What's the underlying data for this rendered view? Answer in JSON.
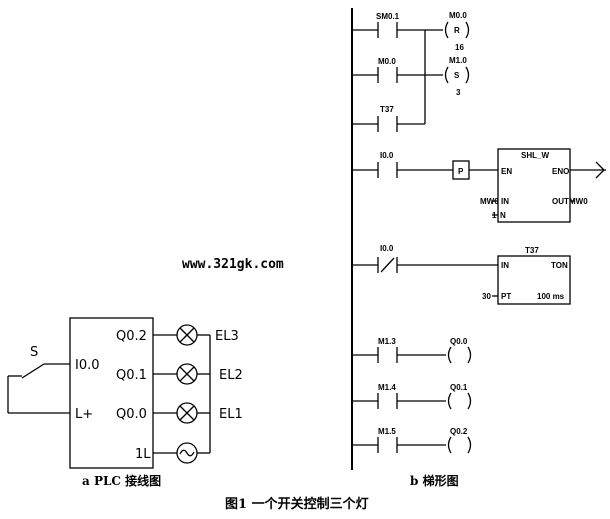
{
  "watermark": "www.321gk.com",
  "plc_wiring": {
    "caption": "a   PLC 接线图",
    "switch_label": "S",
    "inputs": [
      "I0.0",
      "L+"
    ],
    "outputs": [
      "Q0.2",
      "Q0.1",
      "Q0.0",
      "1L"
    ],
    "lamps": [
      "EL3",
      "EL2",
      "EL1"
    ]
  },
  "ladder": {
    "caption": "b   梯形图",
    "rung1": {
      "contacts": [
        "SM0.1",
        "M0.0",
        "T37"
      ],
      "coil_r": {
        "addr": "M0.0",
        "type": "R",
        "n": "16"
      },
      "coil_s": {
        "addr": "M1.0",
        "type": "S",
        "n": "3"
      }
    },
    "rung2": {
      "contact": "I0.0",
      "edge": "P",
      "block": {
        "name": "SHL_W",
        "en": "EN",
        "eno": "ENO",
        "in_label": "IN",
        "in_val": "MW0",
        "n_label": "N",
        "n_val": "1",
        "out_label": "OUT",
        "out_val": "MW0"
      }
    },
    "rung3": {
      "contact": "I0.0",
      "block": {
        "name": "T37",
        "in_label": "IN",
        "type": "TON",
        "pt_label": "PT",
        "pt_val": "30",
        "res": "100 ms"
      }
    },
    "rung4": {
      "contact": "M1.3",
      "coil": "Q0.0"
    },
    "rung5": {
      "contact": "M1.4",
      "coil": "Q0.1"
    },
    "rung6": {
      "contact": "M1.5",
      "coil": "Q0.2"
    }
  },
  "figure_title": "图1    一个开关控制三个灯"
}
